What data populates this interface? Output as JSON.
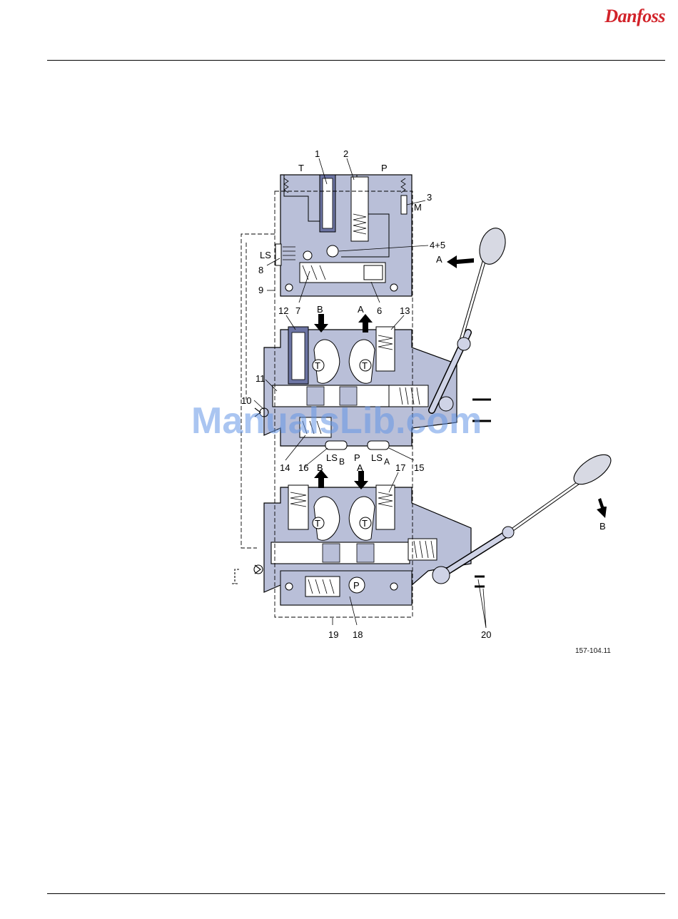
{
  "header": {
    "brand": "Danfoss"
  },
  "watermark": "ManualsLib.com",
  "figure": {
    "code": "157-104.11",
    "callouts": {
      "c1": "1",
      "c2": "2",
      "c3": "3",
      "c45": "4+5",
      "c6": "6",
      "c7": "7",
      "c8": "8",
      "c9": "9",
      "c10": "10",
      "c11": "11",
      "c12": "12",
      "c13": "13",
      "c14": "14",
      "c15": "15",
      "c16": "16",
      "c17": "17",
      "c18": "18",
      "c19": "19",
      "c20": "20"
    },
    "ports": {
      "t_top": "T",
      "p_top": "P",
      "m": "M",
      "ls": "LS",
      "b1": "B",
      "a1": "A",
      "t1a": "T",
      "t1b": "T",
      "lsb": "LS",
      "lsb_sub": "B",
      "p_mid": "P",
      "lsa": "LS",
      "lsa_sub": "A",
      "b2": "B",
      "a2": "A",
      "t2a": "T",
      "t2b": "T",
      "p_bot": "P"
    },
    "arrows": {
      "lever_a": "A",
      "lever_b": "B"
    }
  },
  "colors": {
    "brand": "#d2232a",
    "housing": "#b9bfd8",
    "housing_dark": "#8f97bd",
    "spool": "#ffffff"
  }
}
